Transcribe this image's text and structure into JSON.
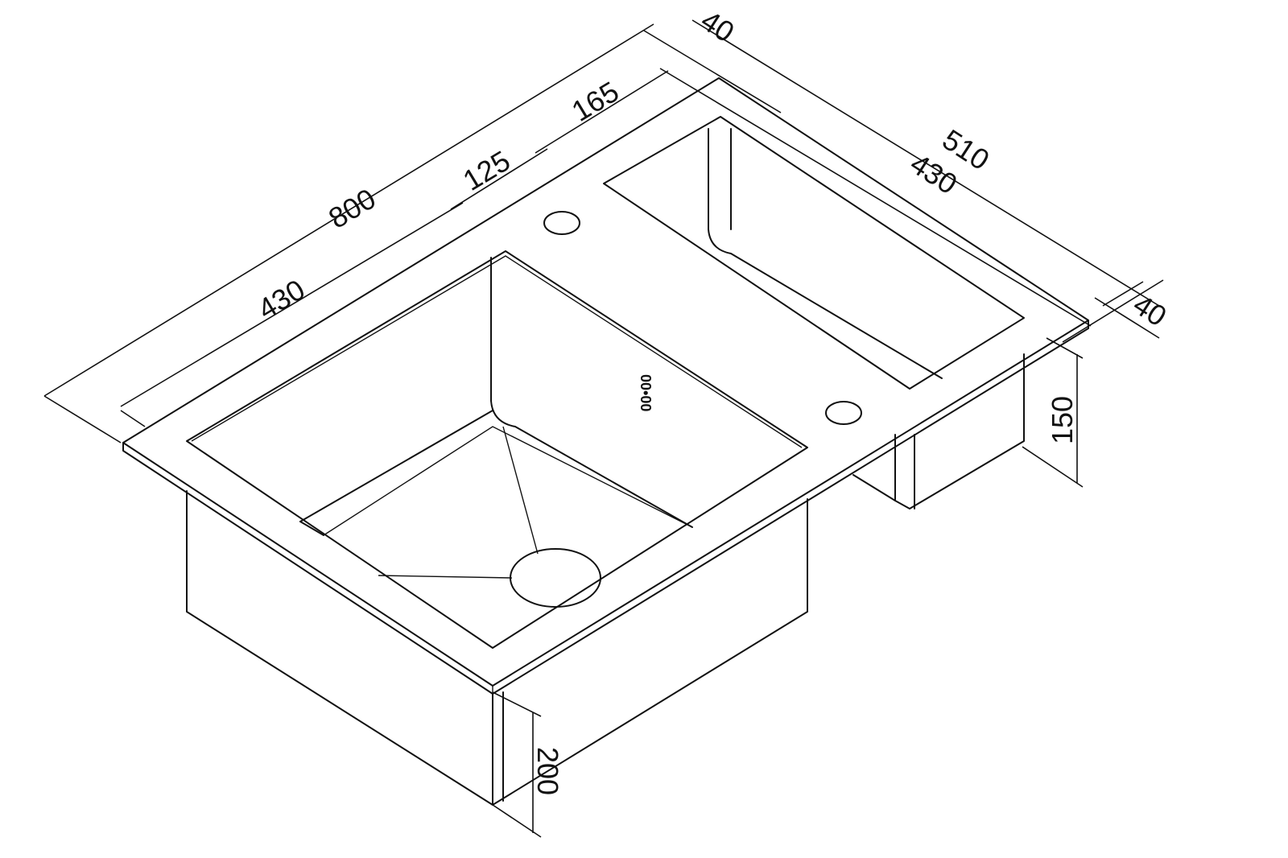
{
  "title": "Double sink dimension drawing",
  "dimensions": {
    "total_length": "800",
    "left_bowl_length": "430",
    "gap_left": "125",
    "gap_right": "165",
    "top_margin": "40",
    "total_width": "510",
    "right_bowl_width": "430",
    "right_margin": "40",
    "right_bowl_depth": "150",
    "left_bowl_depth": "200"
  },
  "logo_mark": "00•00"
}
